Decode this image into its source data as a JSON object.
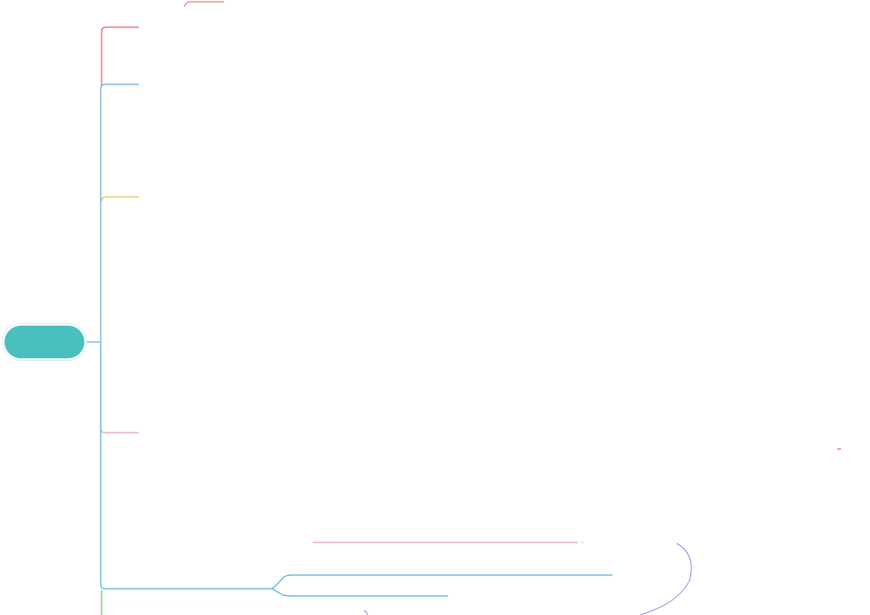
{
  "root": {
    "label": "",
    "color": "#4ABFBF"
  },
  "branches": [
    {
      "id": "branch-1",
      "label": "",
      "color": "#E06666"
    },
    {
      "id": "branch-2",
      "label": "",
      "color": "#6FA8DC"
    },
    {
      "id": "branch-3",
      "label": "",
      "color": "#E0C060"
    },
    {
      "id": "branch-4",
      "label": "",
      "color": "#E79AC9"
    },
    {
      "id": "branch-5",
      "label": "",
      "color": "#5AAFE0"
    },
    {
      "id": "branch-6",
      "label": "",
      "color": "#7CC36A"
    }
  ],
  "sub_branches": [
    {
      "id": "sub-1",
      "label": "",
      "color": "#5AAFE0"
    },
    {
      "id": "sub-2",
      "label": "",
      "color": "#5AAFE0"
    },
    {
      "id": "sub-3",
      "label": "",
      "color": "#E79AC9"
    }
  ],
  "connector_colors": {
    "top_fragment": "#E06666",
    "red_mark": "#E04040",
    "purple_loop": "#7B72D6"
  }
}
